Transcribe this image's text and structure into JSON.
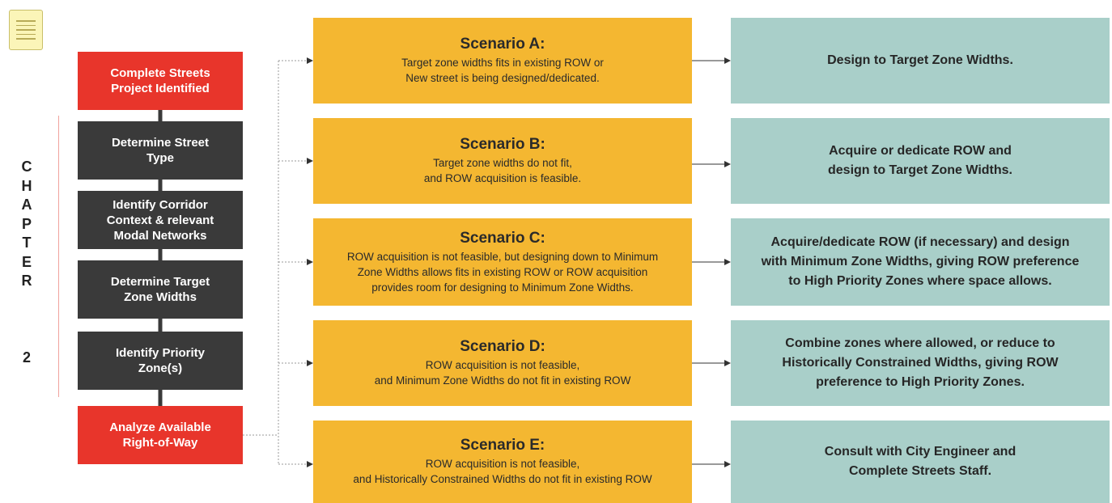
{
  "left_steps": [
    {
      "text": "Complete Streets\nProject Identified",
      "color": "#e8352b"
    },
    {
      "text": "Determine Street\nType",
      "color": "#3a3a3a"
    },
    {
      "text": "Identify Corridor\nContext & relevant\nModal Networks",
      "color": "#3a3a3a"
    },
    {
      "text": "Determine Target\nZone Widths",
      "color": "#3a3a3a"
    },
    {
      "text": "Identify Priority\nZone(s)",
      "color": "#3a3a3a"
    },
    {
      "text": "Analyze Available\nRight-of-Way",
      "color": "#e8352b"
    }
  ],
  "chapter_label": {
    "letters": [
      "C",
      "H",
      "A",
      "P",
      "T",
      "E",
      "R"
    ],
    "number": "2"
  },
  "scenarios": [
    {
      "title": "Scenario A:",
      "description": "Target zone widths fits in existing ROW or\nNew street is being designed/dedicated."
    },
    {
      "title": "Scenario B:",
      "description": "Target zone widths do not fit,\nand ROW acquisition is feasible."
    },
    {
      "title": "Scenario C:",
      "description": "ROW acquisition is not feasible, but designing down to Minimum\nZone Widths allows fits in existing ROW or ROW acquisition\nprovides room for designing to Minimum Zone Widths."
    },
    {
      "title": "Scenario D:",
      "description": "ROW acquisition is not feasible,\nand Minimum Zone Widths do not fit in existing ROW"
    },
    {
      "title": "Scenario E:",
      "description": "ROW acquisition is not feasible,\nand Historically Constrained Widths do not fit in existing ROW"
    }
  ],
  "outcomes": [
    "Design to Target Zone Widths.",
    "Acquire or dedicate ROW and\ndesign to Target Zone Widths.",
    "Acquire/dedicate ROW (if necessary) and design\nwith Minimum Zone Widths, giving ROW preference\nto High Priority Zones where space allows.",
    "Combine zones where allowed, or reduce to\nHistorically Constrained Widths, giving ROW\npreference to High Priority Zones.",
    "Consult with City Engineer and\nComplete Streets Staff."
  ],
  "colors": {
    "red": "#e8352b",
    "dark": "#3a3a3a",
    "scenario": "#f4b731",
    "outcome": "#a9cfc9",
    "menu": "#fbf5b8"
  },
  "icons": {
    "menu": "hamburger-menu-icon"
  }
}
